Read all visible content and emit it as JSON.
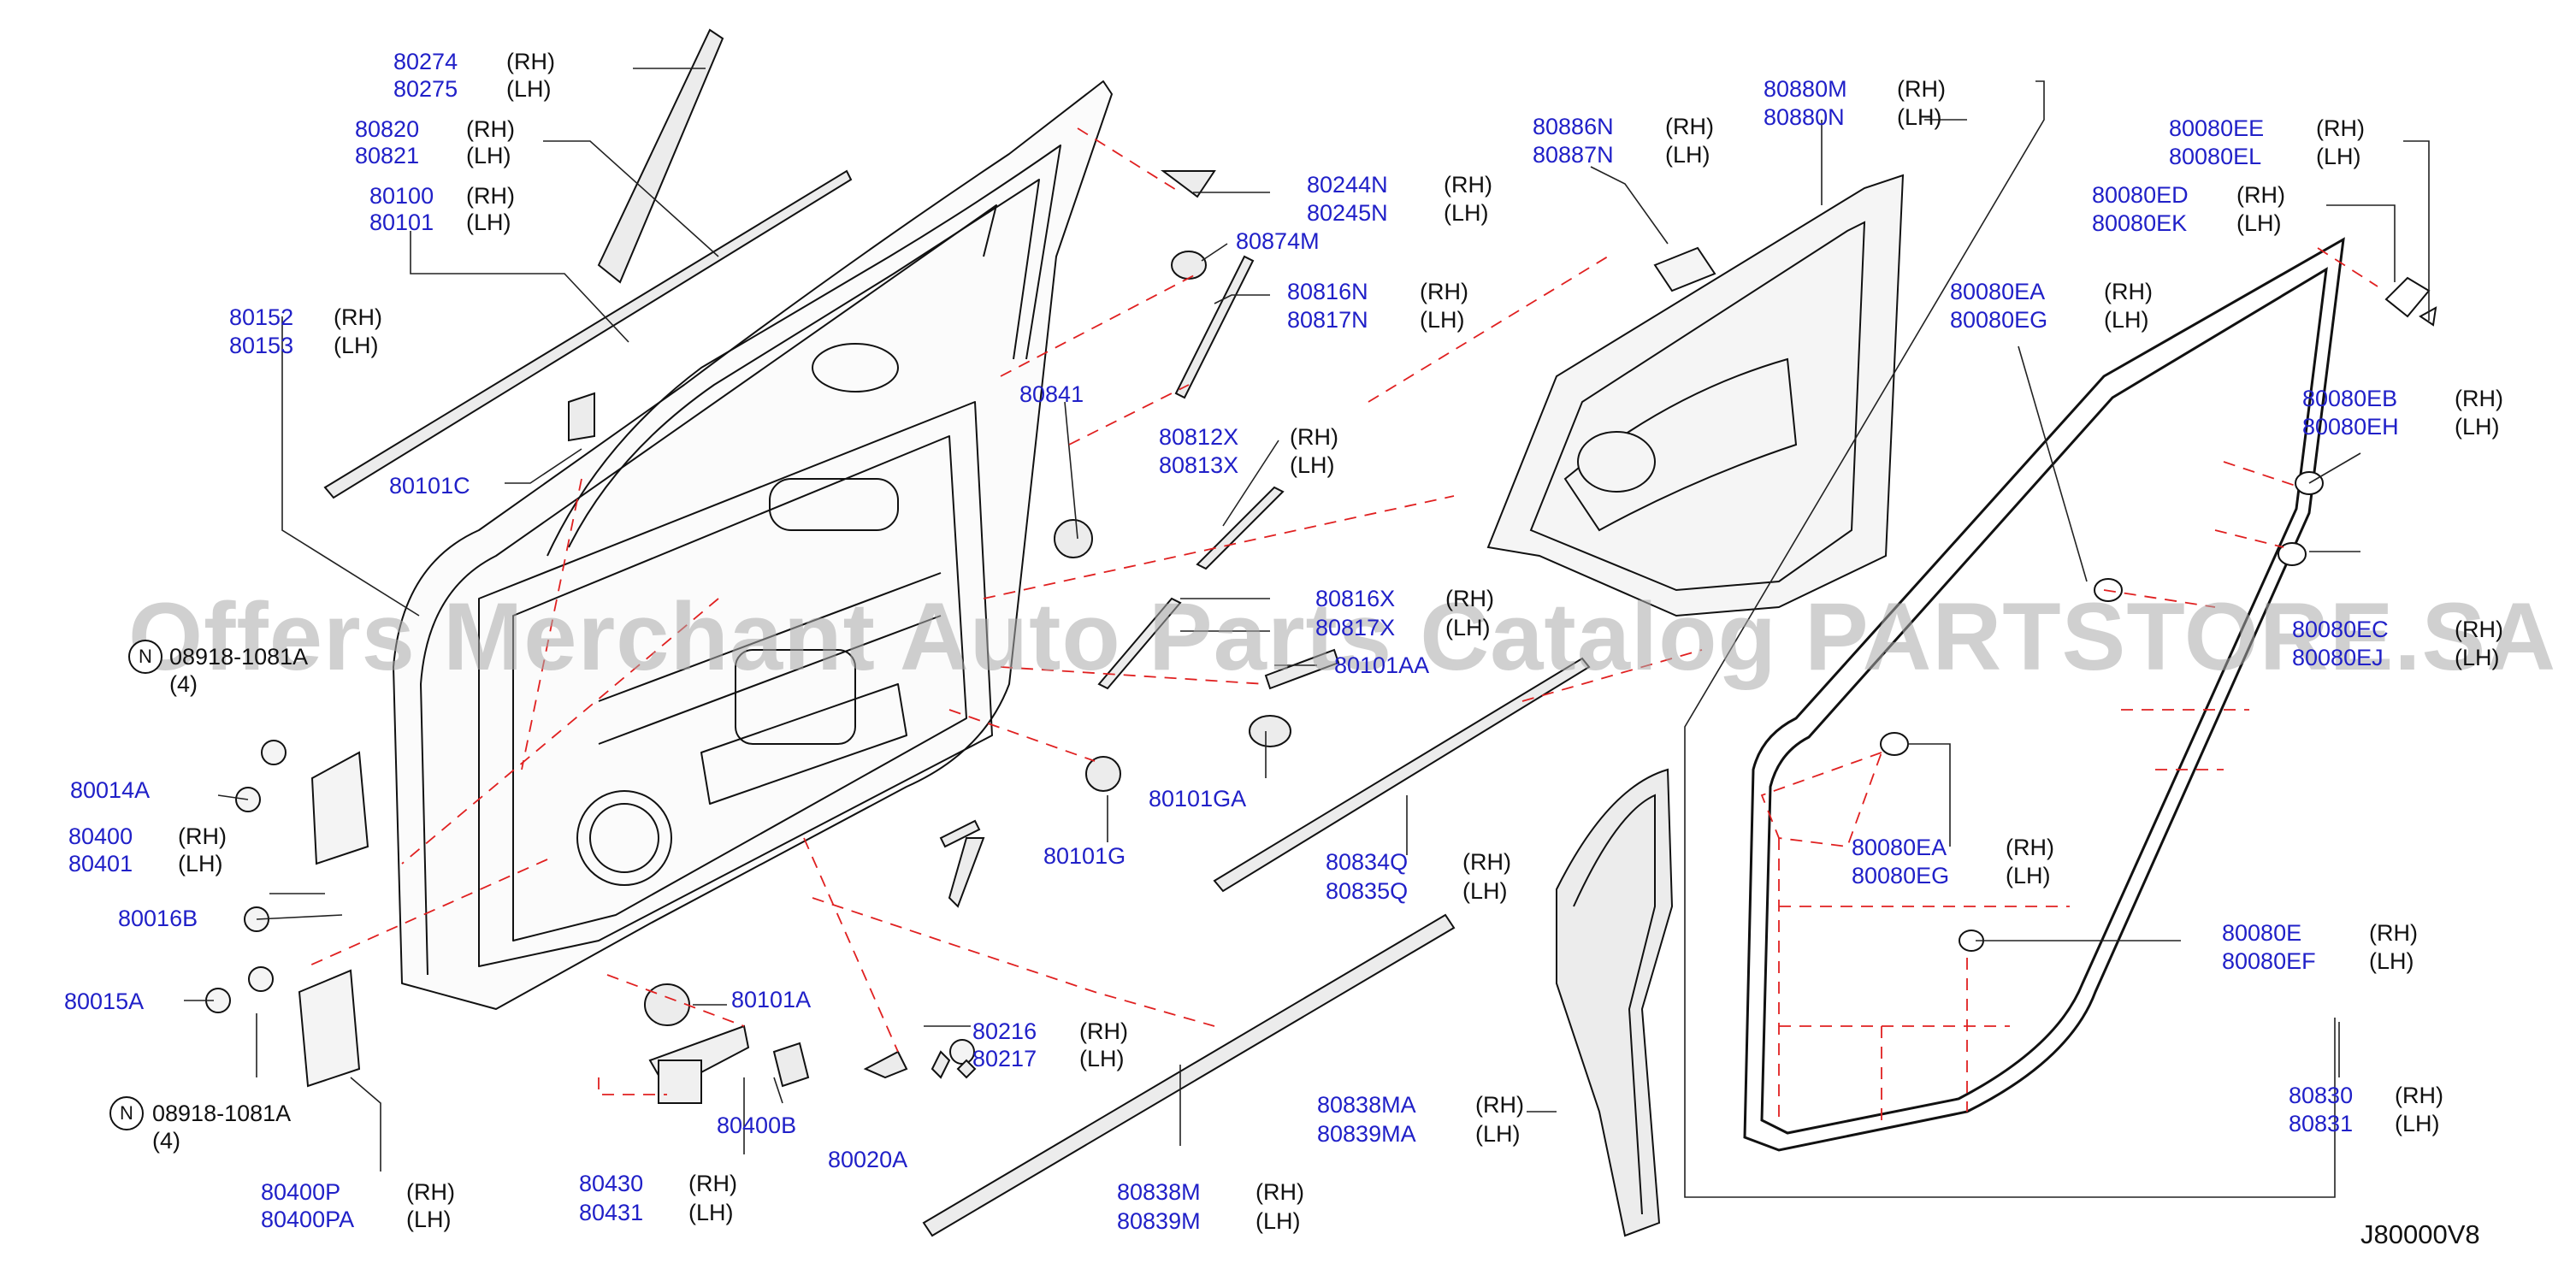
{
  "diagram": {
    "reference_code": "J80000V8",
    "watermark": "Offers Merchant Auto Parts Catalog PARTSTORE.SA",
    "side_markers": {
      "rh": "(RH)",
      "lh": "(LH)"
    },
    "nut_symbol": "N",
    "quantity_note": "(4)",
    "parts": {
      "p80274": "80274",
      "p80275": "80275",
      "p80820": "80820",
      "p80821": "80821",
      "p80100": "80100",
      "p80101": "80101",
      "p80152": "80152",
      "p80153": "80153",
      "p80101C": "80101C",
      "p08918_top": "08918-1081A",
      "p80014A": "80014A",
      "p80400": "80400",
      "p80401": "80401",
      "p80016B": "80016B",
      "p80015A": "80015A",
      "p08918_bottom": "08918-1081A",
      "p80400P": "80400P",
      "p80400PA": "80400PA",
      "p80430": "80430",
      "p80431": "80431",
      "p80400B": "80400B",
      "p80101A": "80101A",
      "p80020A": "80020A",
      "p80216": "80216",
      "p80217": "80217",
      "p80838M": "80838M",
      "p80839M": "80839M",
      "p80838MA": "80838MA",
      "p80839MA": "80839MA",
      "p80834Q": "80834Q",
      "p80835Q": "80835Q",
      "p80101G": "80101G",
      "p80101GA": "80101GA",
      "p80101AA": "80101AA",
      "p80816X": "80816X",
      "p80817X": "80817X",
      "p80812X": "80812X",
      "p80813X": "80813X",
      "p80841": "80841",
      "p80816N": "80816N",
      "p80817N": "80817N",
      "p80874M": "80874M",
      "p80244N": "80244N",
      "p80245N": "80245N",
      "p80886N": "80886N",
      "p80887N": "80887N",
      "p80880M": "80880M",
      "p80880N": "80880N",
      "p80080EE": "80080EE",
      "p80080EL": "80080EL",
      "p80080ED": "80080ED",
      "p80080EK": "80080EK",
      "p80080EA_top": "80080EA",
      "p80080EG_top": "80080EG",
      "p80080EB": "80080EB",
      "p80080EH": "80080EH",
      "p80080EC": "80080EC",
      "p80080EJ": "80080EJ",
      "p80080EA_mid": "80080EA",
      "p80080EG_mid": "80080EG",
      "p80080E": "80080E",
      "p80080EF": "80080EF",
      "p80830": "80830",
      "p80831": "80831"
    }
  }
}
